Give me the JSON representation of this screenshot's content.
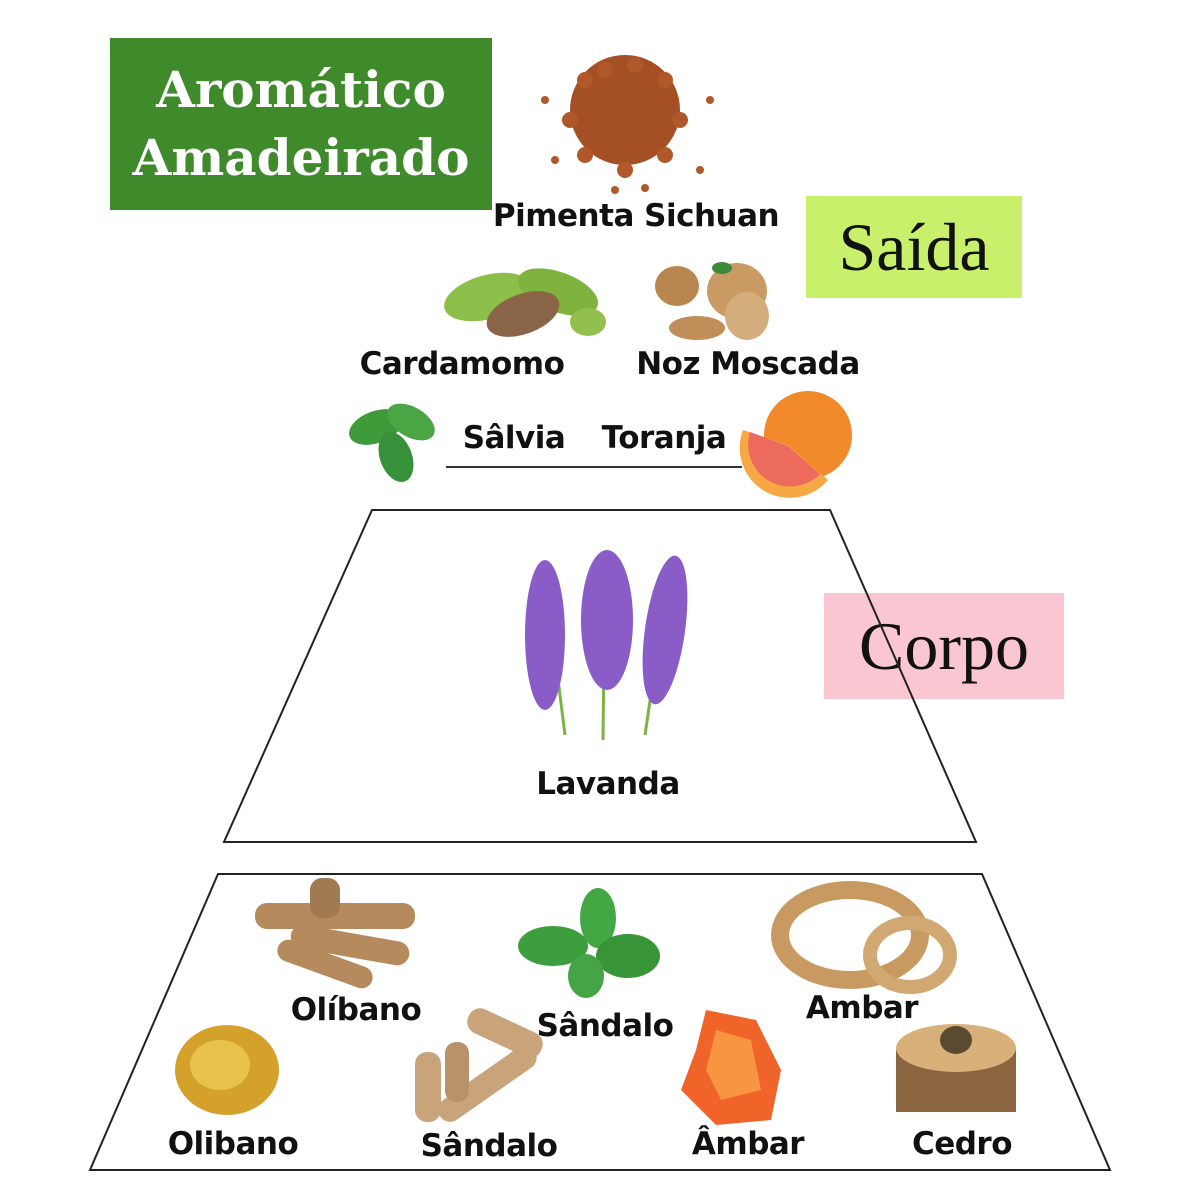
{
  "title": {
    "line1": "Aromático",
    "line2": "Amadeirado"
  },
  "tiers": {
    "top": {
      "label": "Saída",
      "color": "#c9f06a"
    },
    "middle": {
      "label": "Corpo",
      "color": "#f9c6d2"
    },
    "bottom": {}
  },
  "top_notes": [
    "Pimenta Sichuan",
    "Cardamomo",
    "Noz Moscada",
    "Sâlvia",
    "Toranja"
  ],
  "middle_notes": [
    "Lavanda"
  ],
  "base_notes": [
    "Olíbano",
    "Sândalo",
    "Ambar",
    "Olibano",
    "Sândalo",
    "Âmbar",
    "Cedro"
  ],
  "colors": {
    "title_bg": "#3f8a2a"
  }
}
